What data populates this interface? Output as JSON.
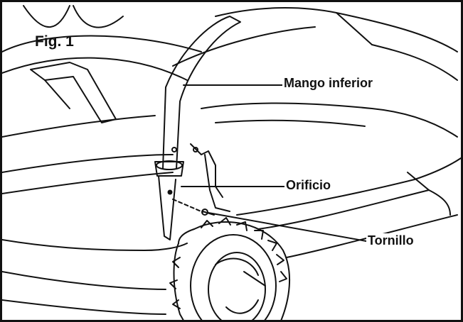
{
  "figure": {
    "title": "Fig. 1",
    "labels": {
      "mango": "Mango inferior",
      "orificio": "Orificio",
      "tornillo": "Tornillo"
    }
  },
  "colors": {
    "line": "#111111",
    "background": "#ffffff"
  }
}
